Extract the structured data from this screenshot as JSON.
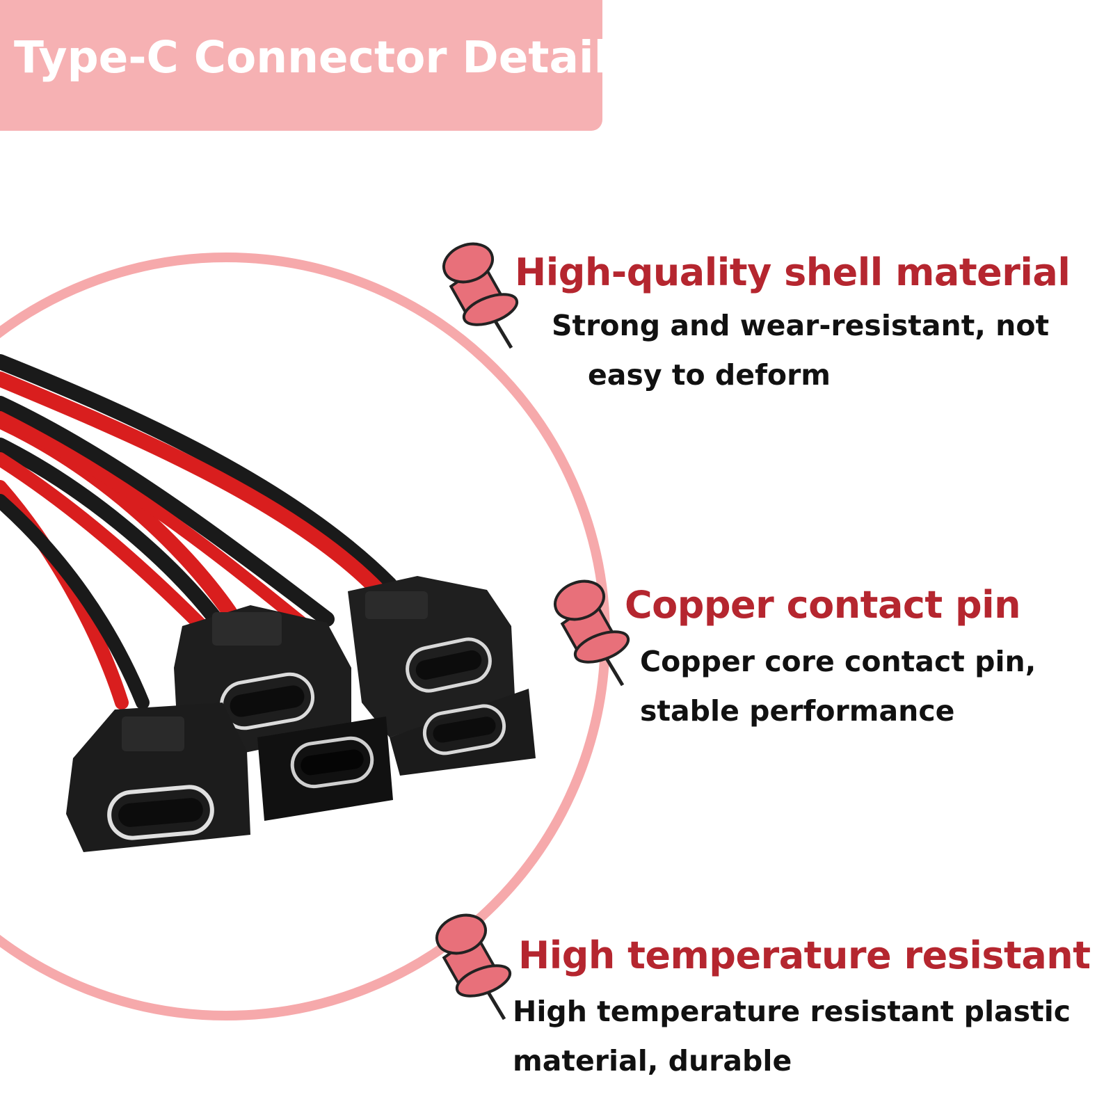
{
  "banner": {
    "title": "Type-C Connector Detail"
  },
  "colors": {
    "banner": "#f6b1b3",
    "circle": "#f6a9ab",
    "title": "#b5262f",
    "text": "#111111",
    "pin": "#e8707a"
  },
  "features": [
    {
      "title": "High-quality shell material",
      "desc_lines": [
        "Strong and wear-resistant, not",
        "easy to deform"
      ],
      "icon": "pushpin-icon"
    },
    {
      "title": "Copper contact pin",
      "desc_lines": [
        "Copper core contact pin,",
        "stable performance"
      ],
      "icon": "pushpin-icon"
    },
    {
      "title": "High temperature resistant",
      "desc_lines": [
        "High temperature resistant plastic",
        "material, durable"
      ],
      "icon": "pushpin-icon"
    }
  ]
}
